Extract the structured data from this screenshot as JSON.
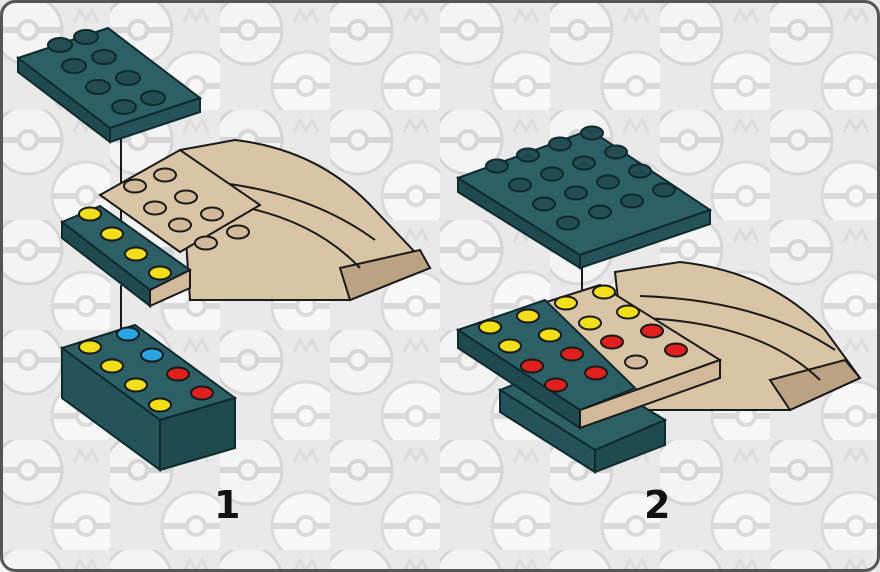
{
  "steps": [
    {
      "number": "1"
    },
    {
      "number": "2"
    }
  ],
  "colors": {
    "background": "#e8e8e8",
    "pattern": "#d3d3d3",
    "teal": "#2c5f66",
    "tan": "#d9c4a6",
    "yellow": "#f2df19",
    "red": "#e0201c",
    "blue": "#2aa6e3",
    "border": "#555555"
  },
  "icons": [
    "pokeball-pattern"
  ]
}
